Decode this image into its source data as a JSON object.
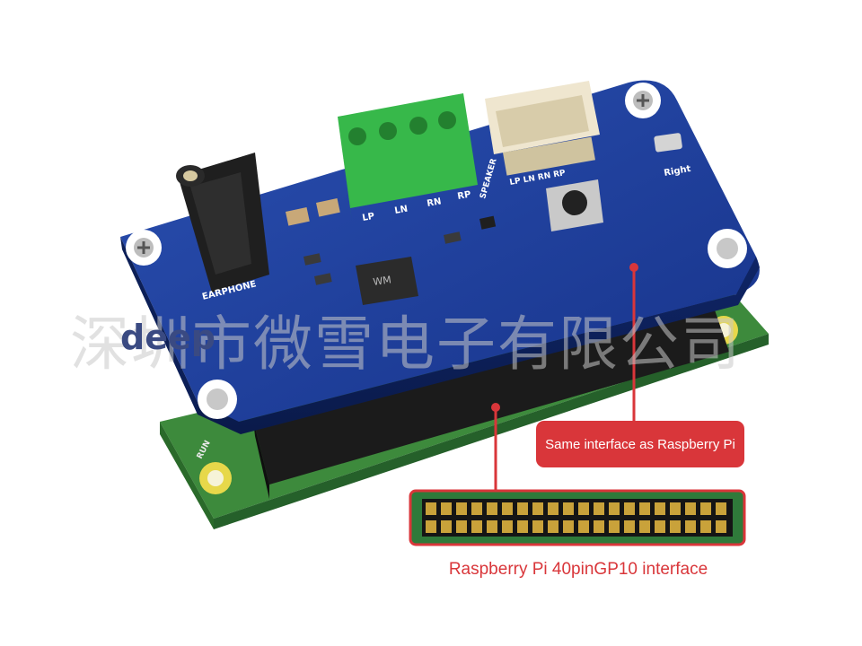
{
  "board": {
    "jack_label": "EARPHONE",
    "terminal_labels": [
      "LP",
      "LN",
      "RN",
      "RP"
    ],
    "speaker_label": "SPEAKER",
    "header_labels": "LP LN RN RP",
    "mic_label": "Right",
    "run_label": "RUN",
    "chip_marking": "WM"
  },
  "watermark": {
    "chinese_text": "深圳市微雪电子有限公司",
    "latin_text": "deep"
  },
  "annotations": {
    "callout_text": "Same interface as Raspberry Pi",
    "inset_caption": "Raspberry Pi 40pinGP10 interface"
  },
  "colors": {
    "hat_pcb": "#1e3f9c",
    "pi_pcb": "#3d8a3c",
    "accent_red": "#d9363a",
    "terminal_green": "#37b84a"
  }
}
